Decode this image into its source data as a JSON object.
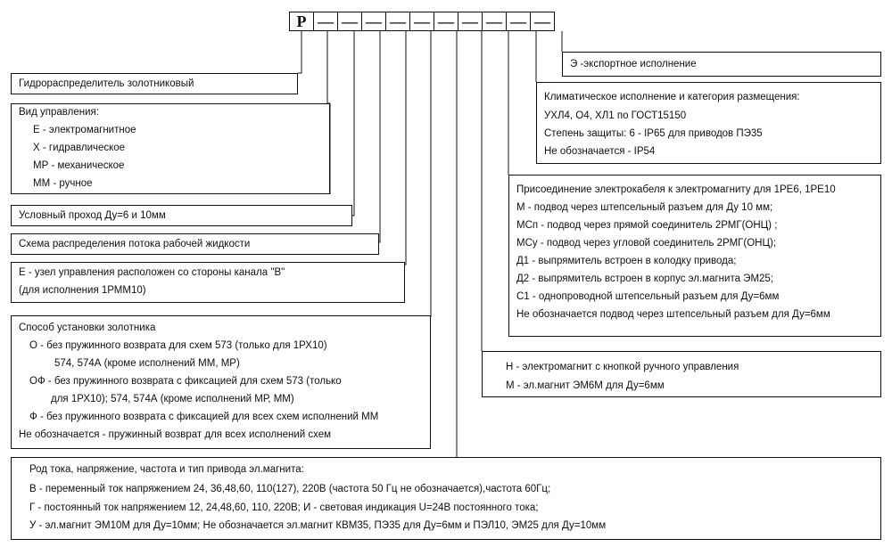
{
  "code": {
    "cells": [
      "Р",
      "—",
      "—",
      "—",
      "—",
      "—",
      "—",
      "—",
      "—",
      "—",
      "—"
    ]
  },
  "boxes": {
    "b1": {
      "lines": [
        "Гидрораспределитель золотниковый"
      ]
    },
    "b2": {
      "lines": [
        "Вид управления:",
        "Е - электромагнитное",
        "Х - гидравлическое",
        "МР - механическое",
        "ММ - ручное"
      ]
    },
    "b3": {
      "lines": [
        "Условный проход Ду=6 и 10мм"
      ]
    },
    "b4": {
      "lines": [
        "Схема распределения  потока рабочей жидкости"
      ]
    },
    "b5": {
      "lines": [
        "Е - узел управления расположен со стороны канала \"В\"",
        "(для исполнения 1РММ10)"
      ]
    },
    "b6": {
      "lines": [
        "Способ установки  золотника",
        "О - без пружинного возврата для схем 573 (только для 1РХ10)",
        "574, 574А (кроме исполнений ММ, МР)",
        "ОФ - без пружинного возврата с фиксацией для схем 573 (только",
        "для 1РХ10);  574, 574А (кроме исполнений МР, ММ)",
        "Ф - без пружинного возврата с фиксацией для всех схем исполнений ММ",
        "Не обозначается - пружинный возврат для всех исполнений схем"
      ]
    },
    "b7": {
      "lines": [
        "Род тока, напряжение, частота и тип привода эл.магнита:",
        "В - переменный ток напряжением 24, 36,48,60, 110(127), 220В (частота 50 Гц   не обозначается),частота 60Гц;",
        "Г - постоянный ток напряжением  12, 24,48,60, 110, 220В;  И - световая индикация U=24В постоянного тока;",
        "У - эл.магнит ЭМ10М для Ду=10мм;  Не обозначается эл.магнит КВМ35, ПЭ35 для Ду=6мм и ПЭЛ10, ЭМ25 для Ду=10мм"
      ]
    },
    "b8": {
      "lines": [
        "Н - электромагнит с кнопкой ручного управления",
        "М - эл.магнит ЭМ6М для Ду=6мм"
      ]
    },
    "b9": {
      "lines": [
        "Присоединение электрокабеля к электромагниту для 1РЕ6, 1РЕ10",
        "М - подвод через штепсельный разъем для Ду 10 мм;",
        "МСп - подвод через прямой соединитель 2РМГ(ОНЦ) ;",
        "МСу - подвод через угловой соединитель 2РМГ(ОНЦ);",
        "Д1 - выпрямитель встроен в колодку привода;",
        "Д2 - выпрямитель встроен в корпус эл.магнита ЭМ25;",
        "С1 - однопроводной штепсельный разъем для Ду=6мм",
        "Не обозначается подвод через штепсельный разъем для Ду=6мм"
      ]
    },
    "b10": {
      "lines": [
        "Климатическое исполнение и категория размещения:",
        "УХЛ4, О4, ХЛ1 по ГОСТ15150",
        "Степень защиты: 6 - IP65 для приводов ПЭ35",
        "Не обозначается - IP54"
      ]
    },
    "b11": {
      "lines": [
        "Э -экспортное исполнение"
      ]
    }
  }
}
